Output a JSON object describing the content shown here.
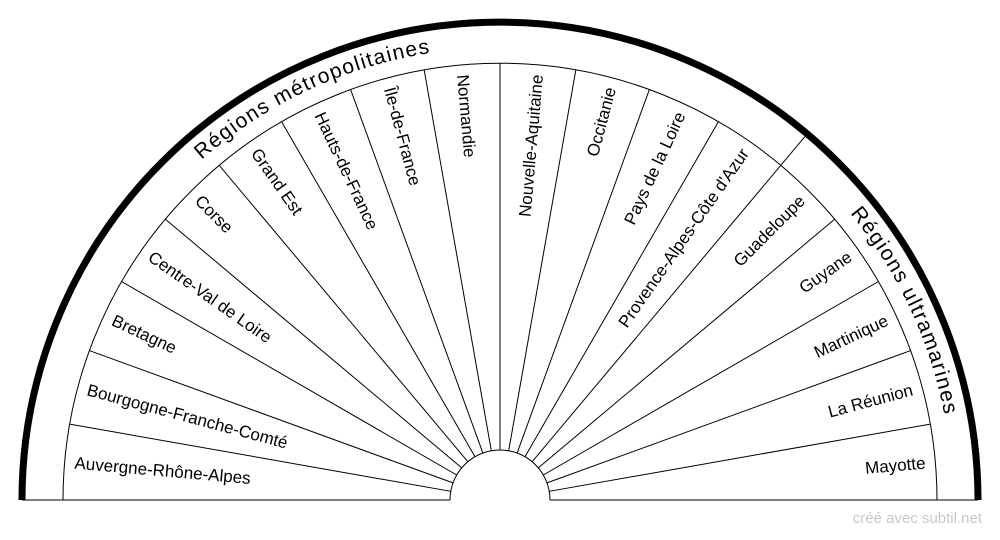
{
  "groups": [
    {
      "label": "Régions métropolitaines",
      "segments": [
        "Auvergne-Rhône-Alpes",
        "Bourgogne-Franche-Comté",
        "Bretagne",
        "Centre-Val de Loire",
        "Corse",
        "Grand Est",
        "Hauts-de-France",
        "Île-de-France",
        "Normandie",
        "Nouvelle-Aquitaine",
        "Occitanie",
        "Pays de la Loire",
        "Provence-Alpes-Côte d'Azur"
      ]
    },
    {
      "label": "Régions ultramarines",
      "segments": [
        "Guadeloupe",
        "Guyane",
        "Martinique",
        "La Réunion",
        "Mayotte"
      ]
    }
  ],
  "credit": "créé avec subtil.net",
  "colors": {
    "line": "#000000",
    "background": "#ffffff",
    "credit": "#c8c8c8"
  }
}
